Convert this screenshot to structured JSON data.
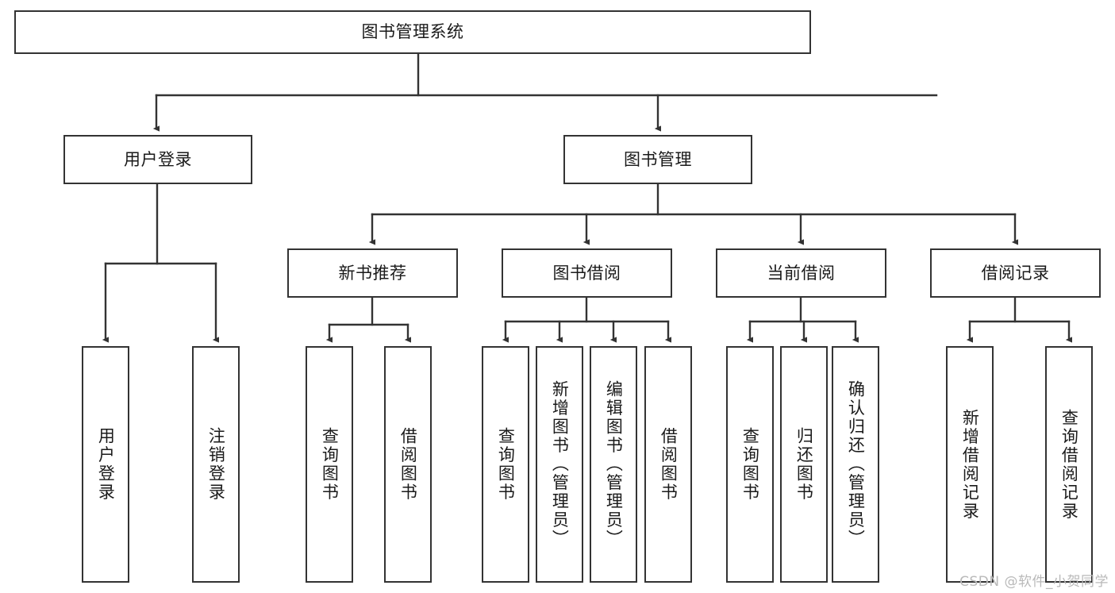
{
  "diagram": {
    "title": "图书管理系统",
    "type": "tree",
    "watermark": "CSDN @软件_小贺同学",
    "line_color": "#333333",
    "box_fill": "#ffffff",
    "text_color": "#1a1a1a",
    "levels": {
      "root": {
        "label": "图书管理系统"
      },
      "level2": [
        {
          "label": "用户登录"
        },
        {
          "label": "图书管理"
        }
      ],
      "level3": [
        {
          "label": "新书推荐"
        },
        {
          "label": "图书借阅"
        },
        {
          "label": "当前借阅"
        },
        {
          "label": "借阅记录"
        }
      ]
    },
    "nodes": {
      "root": "图书管理系统",
      "user_login": "用户登录",
      "book_manage": "图书管理",
      "new_book_rec": "新书推荐",
      "book_borrow": "图书借阅",
      "current_borrow": "当前借阅",
      "borrow_record": "借阅记录",
      "leaf_user_login": "用户登录",
      "leaf_user_logout": "注销登录",
      "leaf_rec_query": "查询图书",
      "leaf_rec_borrow": "借阅图书",
      "leaf_borrow_query": "查询图书",
      "leaf_borrow_add": "新增图书（管理员）",
      "leaf_borrow_edit": "编辑图书（管理员）",
      "leaf_borrow_borrow": "借阅图书",
      "leaf_cur_query": "查询图书",
      "leaf_cur_return": "归还图书",
      "leaf_cur_confirm": "确认归还（管理员）",
      "leaf_rec_add": "新增借阅记录",
      "leaf_rec_search": "查询借阅记录"
    }
  }
}
